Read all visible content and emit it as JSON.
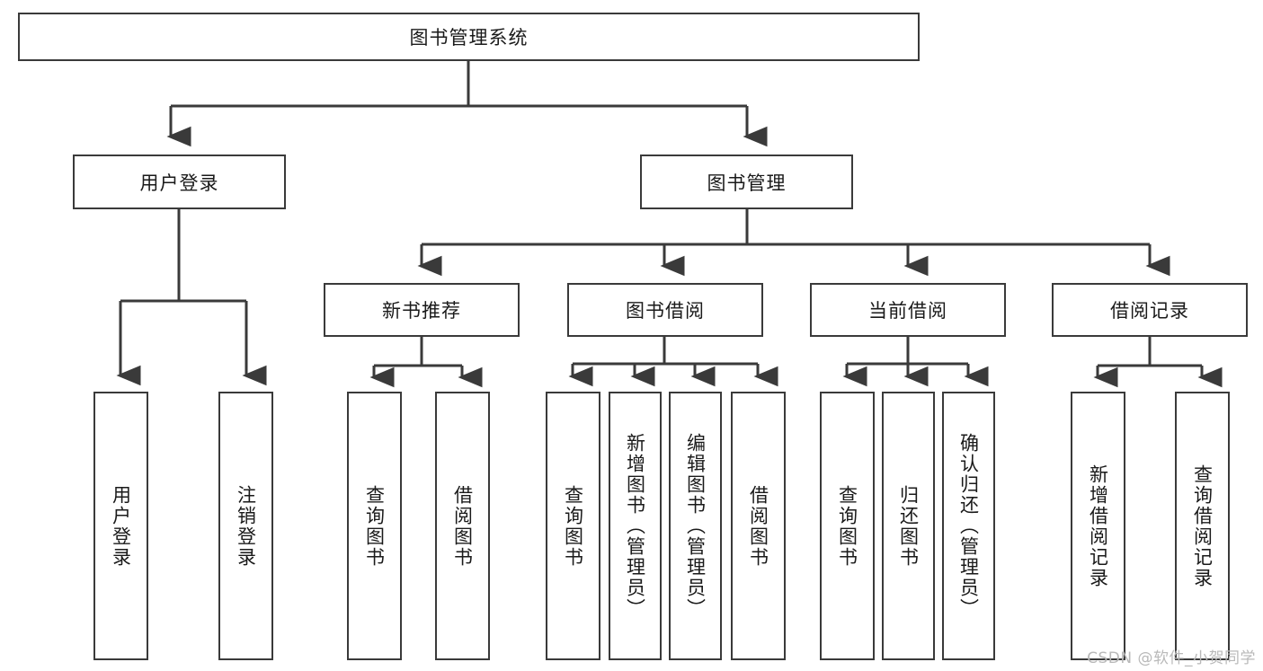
{
  "diagram": {
    "title": "图书管理系统",
    "type": "function-tree",
    "watermark": "CSDN @软件_小贺同学",
    "colors": {
      "box_border": "#3a3a3a",
      "box_fill": "#ffffff",
      "line": "#3a3a3a",
      "text": "#1a1a1a",
      "watermark": "#b9b9b9"
    },
    "nodes": {
      "root": {
        "label": "图书管理系统"
      },
      "level2": [
        {
          "id": "user-login",
          "label": "用户登录"
        },
        {
          "id": "book-management",
          "label": "图书管理"
        }
      ],
      "level3": [
        {
          "id": "new-book-recommend",
          "label": "新书推荐"
        },
        {
          "id": "book-borrow",
          "label": "图书借阅"
        },
        {
          "id": "current-borrow",
          "label": "当前借阅"
        },
        {
          "id": "borrow-record",
          "label": "借阅记录"
        }
      ],
      "leaves": {
        "user-login": [
          {
            "id": "leaf-user-login",
            "label": "用户登录"
          },
          {
            "id": "leaf-user-logout",
            "label": "注销登录"
          }
        ],
        "new-book-recommend": [
          {
            "id": "leaf-query-book-1",
            "label": "查询图书"
          },
          {
            "id": "leaf-borrow-book-1",
            "label": "借阅图书"
          }
        ],
        "book-borrow": [
          {
            "id": "leaf-query-book-2",
            "label": "查询图书"
          },
          {
            "id": "leaf-add-book",
            "label": "新增图书（管理员）"
          },
          {
            "id": "leaf-edit-book",
            "label": "编辑图书（管理员）"
          },
          {
            "id": "leaf-borrow-book-2",
            "label": "借阅图书"
          }
        ],
        "current-borrow": [
          {
            "id": "leaf-query-book-3",
            "label": "查询图书"
          },
          {
            "id": "leaf-return-book",
            "label": "归还图书"
          },
          {
            "id": "leaf-confirm-return",
            "label": "确认归还（管理员）"
          }
        ],
        "borrow-record": [
          {
            "id": "leaf-add-record",
            "label": "新增借阅记录"
          },
          {
            "id": "leaf-query-record",
            "label": "查询借阅记录"
          }
        ]
      }
    }
  }
}
